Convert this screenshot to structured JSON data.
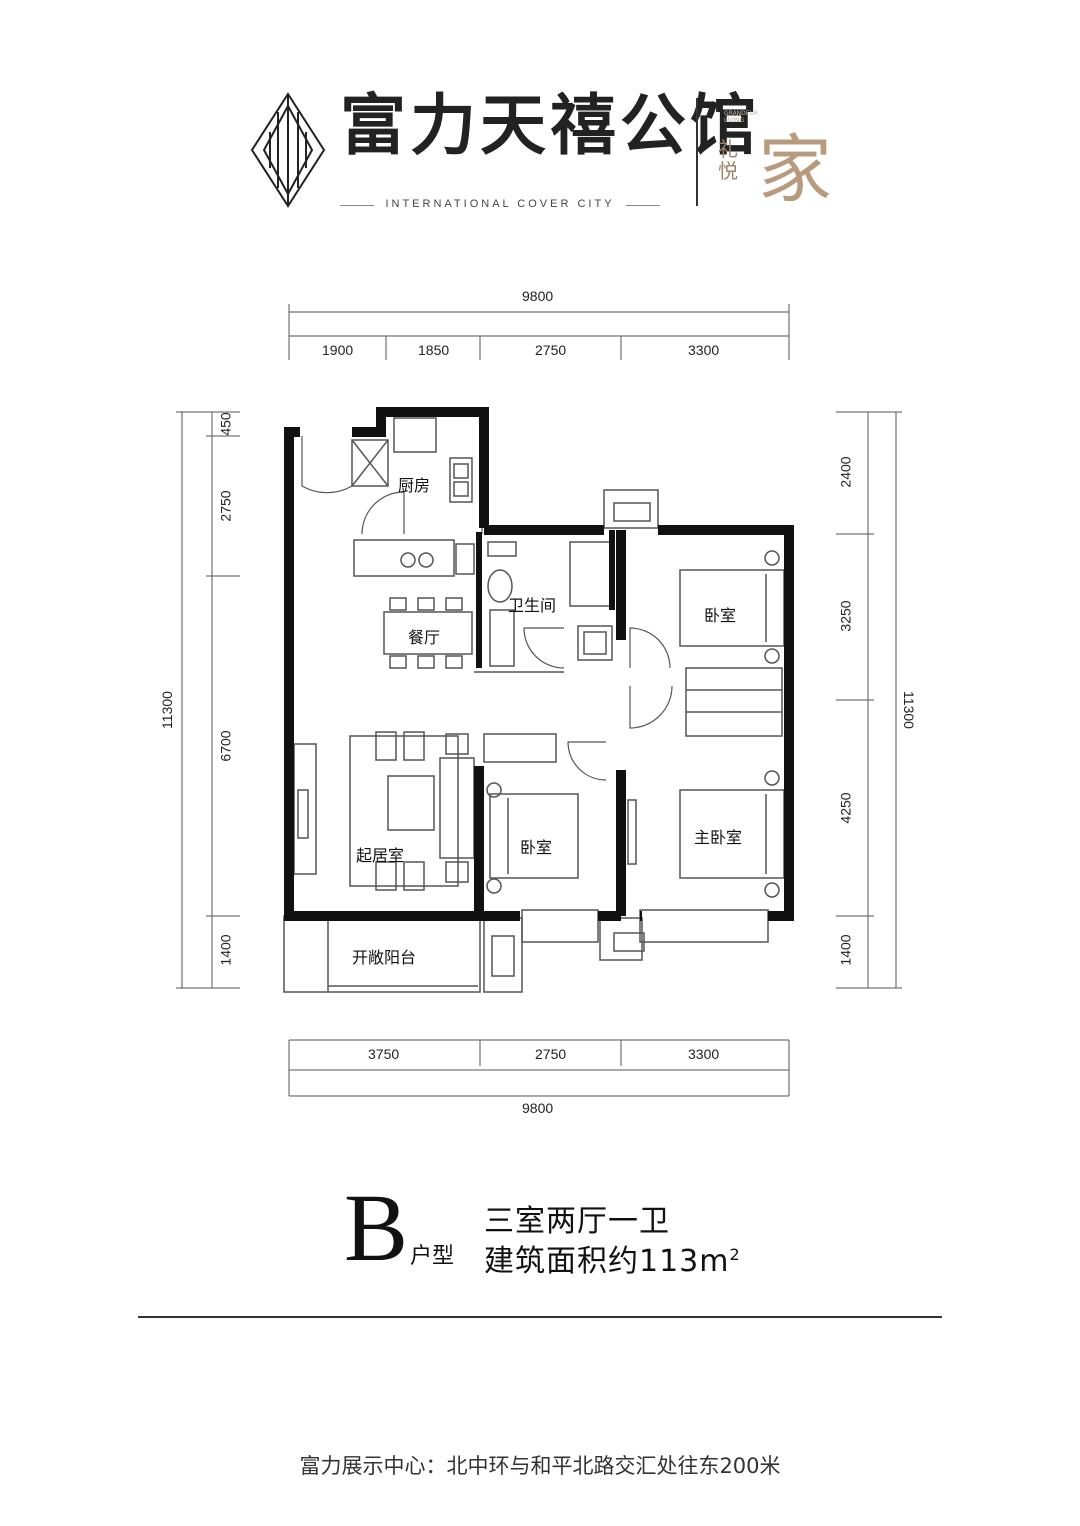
{
  "brand": {
    "logo_name": "faceted-diamond-logo",
    "title": "富力天禧公馆",
    "subtitle": "INTERNATIONAL COVER CITY",
    "seal_big": "家",
    "seal_small": "礼悦",
    "seal_en": "GRANDEUR LIVING"
  },
  "dimensions": {
    "top_total": "9800",
    "top_segments": [
      "1900",
      "1850",
      "2750",
      "3300"
    ],
    "bottom_segments": [
      "3750",
      "2750",
      "3300"
    ],
    "bottom_total": "9800",
    "left_total": "11300",
    "left_segments": [
      "450",
      "2750",
      "6700",
      "1400"
    ],
    "right_total": "11300",
    "right_segments": [
      "2400",
      "3250",
      "4250",
      "1400"
    ]
  },
  "rooms": {
    "kitchen": "厨房",
    "bathroom": "卫生间",
    "dining": "餐厅",
    "bedroom_north": "卧室",
    "living": "起居室",
    "bedroom_south": "卧室",
    "master_bedroom": "主卧室",
    "balcony": "开敞阳台"
  },
  "unit": {
    "letter": "B",
    "label": "户型",
    "rooms": "三室两厅一卫",
    "area_prefix": "建筑面积约113m",
    "area_sup": "2"
  },
  "footer": "富力展示中心：北中环与和平北路交汇处往东200米",
  "colors": {
    "wall": "#111111",
    "thin": "#555555",
    "seal": "#b89b7e"
  }
}
